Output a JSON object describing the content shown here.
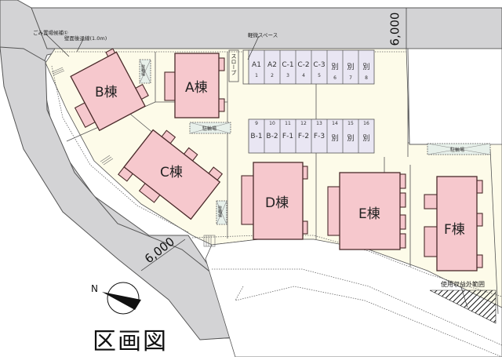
{
  "title": "区画図",
  "north_label": "N",
  "road_width_labels": {
    "top": "6,000",
    "left": "6,000"
  },
  "notes": {
    "garbage": "ごみ置場候補①",
    "setback": "壁面後退線(1.0m)",
    "light_car": "軽微スペース",
    "slope": "スロープ",
    "excluded": "使用収益外範囲"
  },
  "buildings": [
    {
      "id": "A",
      "label": "A棟"
    },
    {
      "id": "B",
      "label": "B棟"
    },
    {
      "id": "C",
      "label": "C棟"
    },
    {
      "id": "D",
      "label": "D棟"
    },
    {
      "id": "E",
      "label": "E棟"
    },
    {
      "id": "F",
      "label": "F棟"
    }
  ],
  "bike_parking_label": "駐輪場",
  "parking_row_top": [
    {
      "label": "A1",
      "num": "1"
    },
    {
      "label": "A2",
      "num": "2"
    },
    {
      "label": "C-1",
      "num": "3"
    },
    {
      "label": "C-2",
      "num": "4"
    },
    {
      "label": "C-3",
      "num": "5"
    },
    {
      "label": "別",
      "num": "6"
    },
    {
      "label": "別",
      "num": "7"
    },
    {
      "label": "別",
      "num": "8"
    }
  ],
  "parking_row_bottom": [
    {
      "label": "B-1",
      "num": "9"
    },
    {
      "label": "B-2",
      "num": "10"
    },
    {
      "label": "F-1",
      "num": "11"
    },
    {
      "label": "F-2",
      "num": "12"
    },
    {
      "label": "F-3",
      "num": "13"
    },
    {
      "label": "別",
      "num": "14"
    },
    {
      "label": "別",
      "num": "15"
    },
    {
      "label": "別",
      "num": "16"
    }
  ],
  "colors": {
    "road": "#d3d3d5",
    "site": "#fdfbe9",
    "building": "#f6c8cd",
    "parking": "#e9e6f3",
    "bike": "#e7f0ea"
  }
}
